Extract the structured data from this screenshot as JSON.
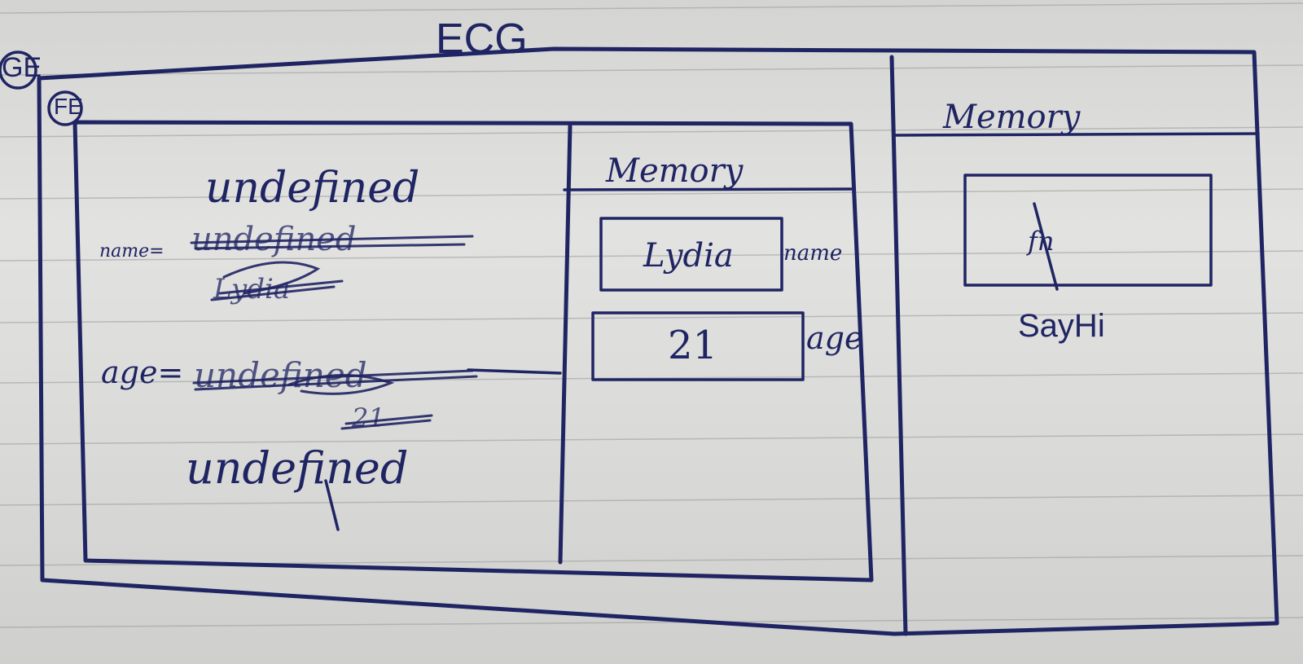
{
  "title": "ECG",
  "labels": {
    "ge": "GE",
    "fe": "FE"
  },
  "function_context": {
    "name_var": "name",
    "age_var": "age",
    "equals": "=",
    "name_value": "undefined",
    "name_struck_1": "undefined",
    "name_struck_2": "Lydia",
    "age_struck_1": "undefined",
    "age_struck_2": "21",
    "age_value": "undefined"
  },
  "function_memory": {
    "header": "Memory",
    "cells": [
      {
        "value": "Lydia",
        "label": "name"
      },
      {
        "value": "21",
        "label": "age"
      }
    ]
  },
  "global_memory": {
    "header": "Memory",
    "cell_value": "fn",
    "cell_label": "SayHi"
  },
  "colors": {
    "ink": "#1f2463",
    "paper": "#dcdcda",
    "rule": "#9a9a9a"
  }
}
